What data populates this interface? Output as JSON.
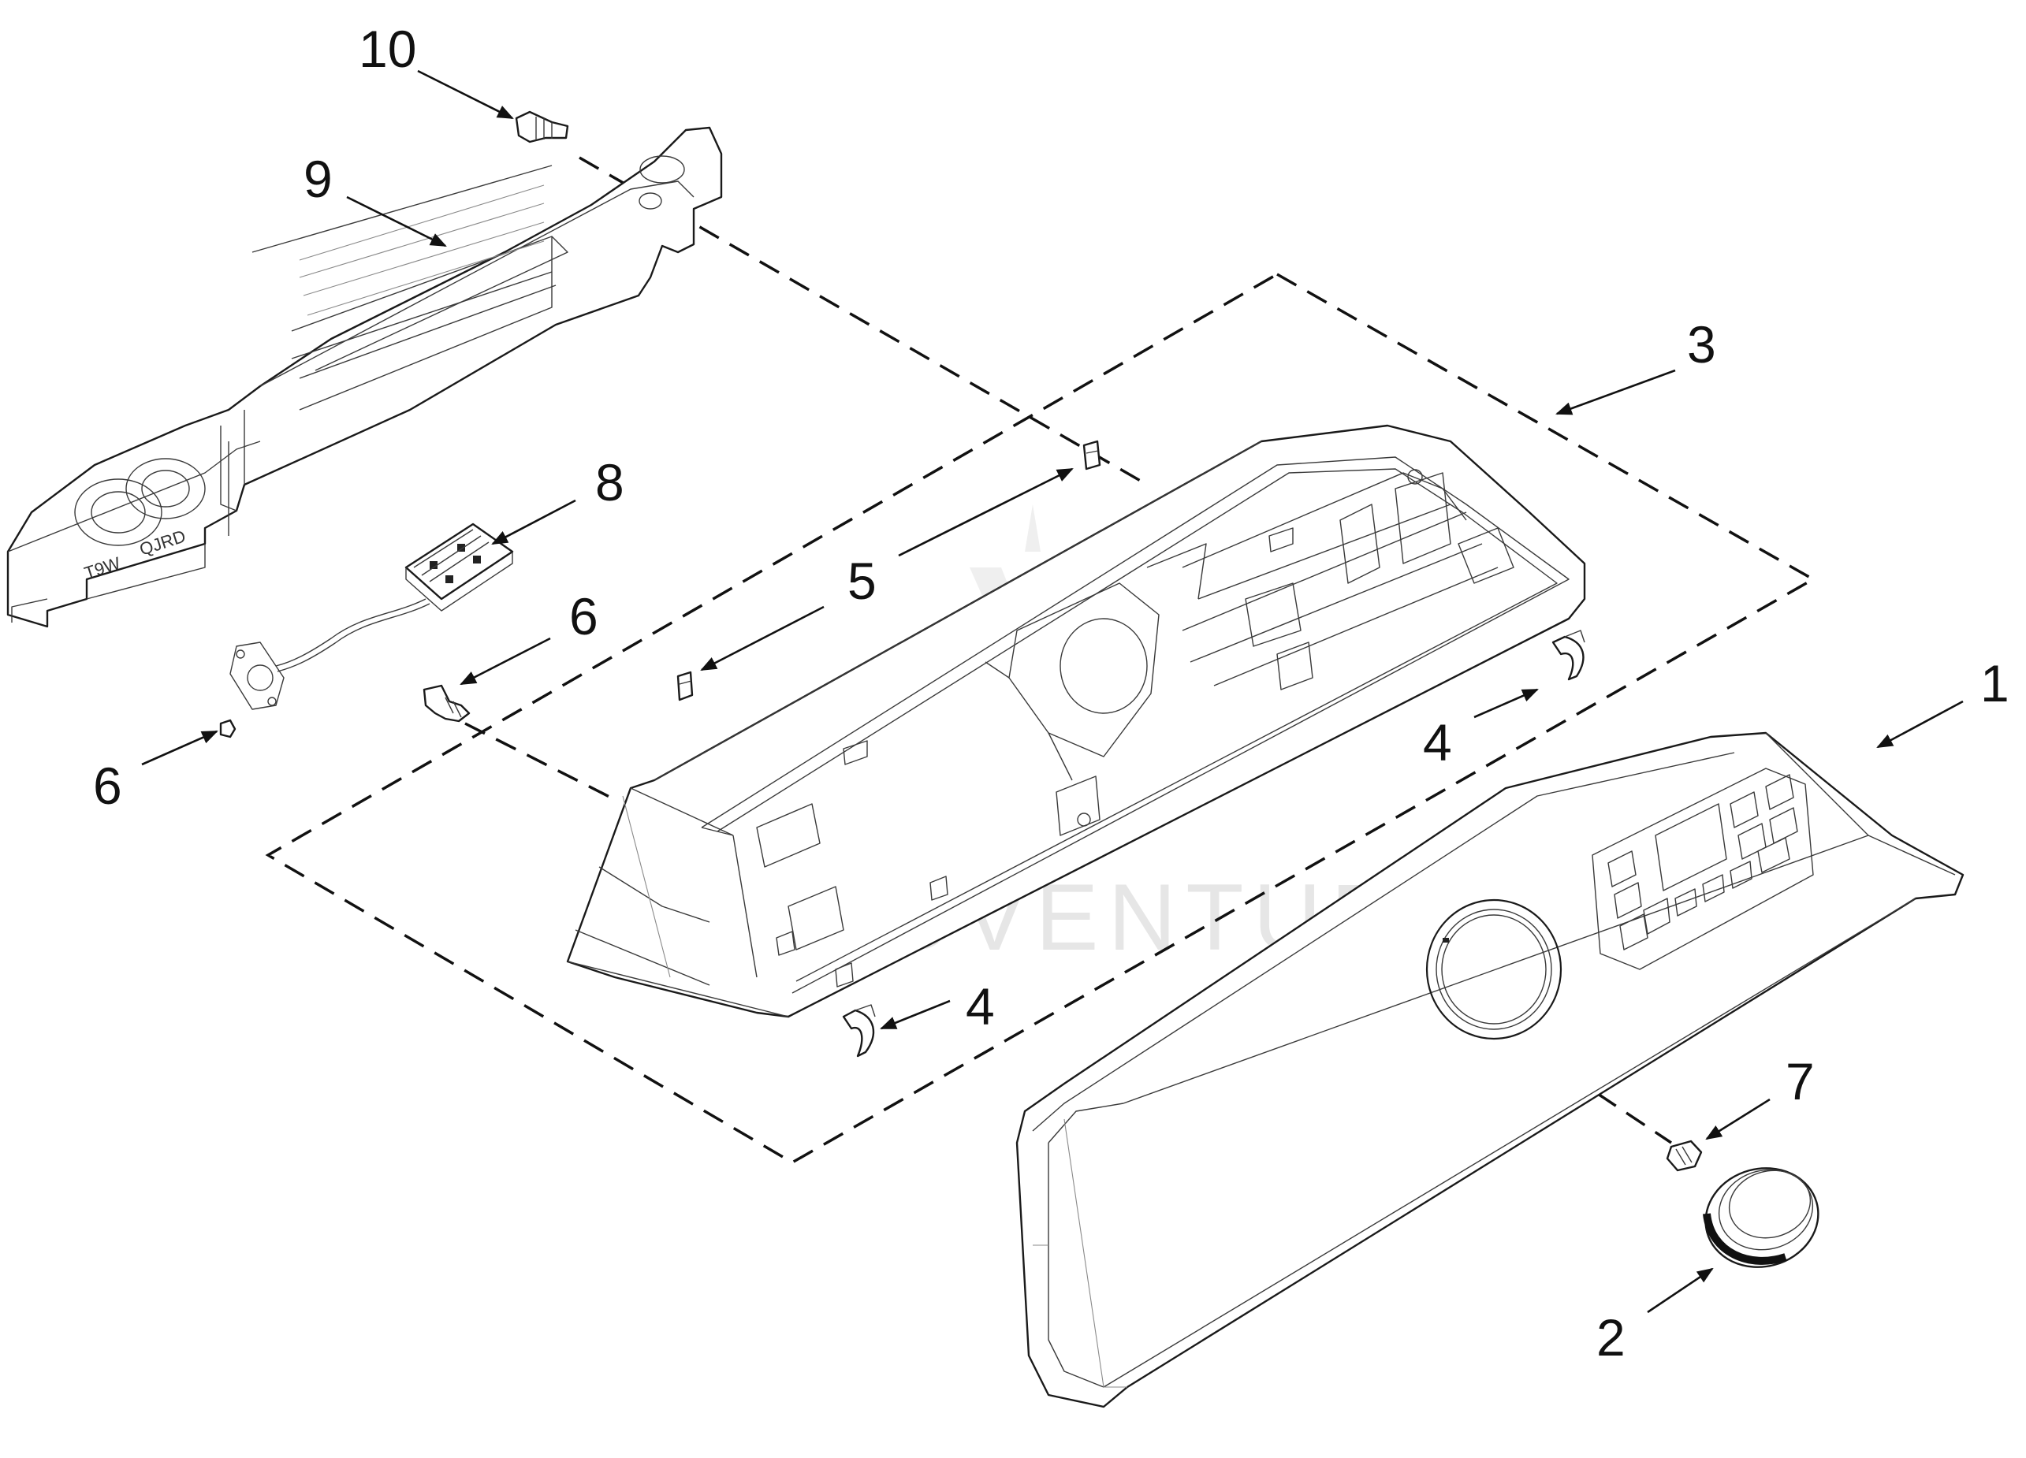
{
  "watermark": {
    "text": "LEADVENTURE"
  },
  "callouts": [
    {
      "id": "c1",
      "label": "1"
    },
    {
      "id": "c2",
      "label": "2"
    },
    {
      "id": "c3",
      "label": "3"
    },
    {
      "id": "c4a",
      "label": "4"
    },
    {
      "id": "c4b",
      "label": "4"
    },
    {
      "id": "c5",
      "label": "5"
    },
    {
      "id": "c6a",
      "label": "6"
    },
    {
      "id": "c6b",
      "label": "6"
    },
    {
      "id": "c7",
      "label": "7"
    },
    {
      "id": "c8",
      "label": "8"
    },
    {
      "id": "c9",
      "label": "9"
    },
    {
      "id": "c10",
      "label": "10"
    }
  ],
  "colors": {
    "line": "#1a1a1a",
    "watermark": "#e6e6e6",
    "background": "#ffffff"
  }
}
